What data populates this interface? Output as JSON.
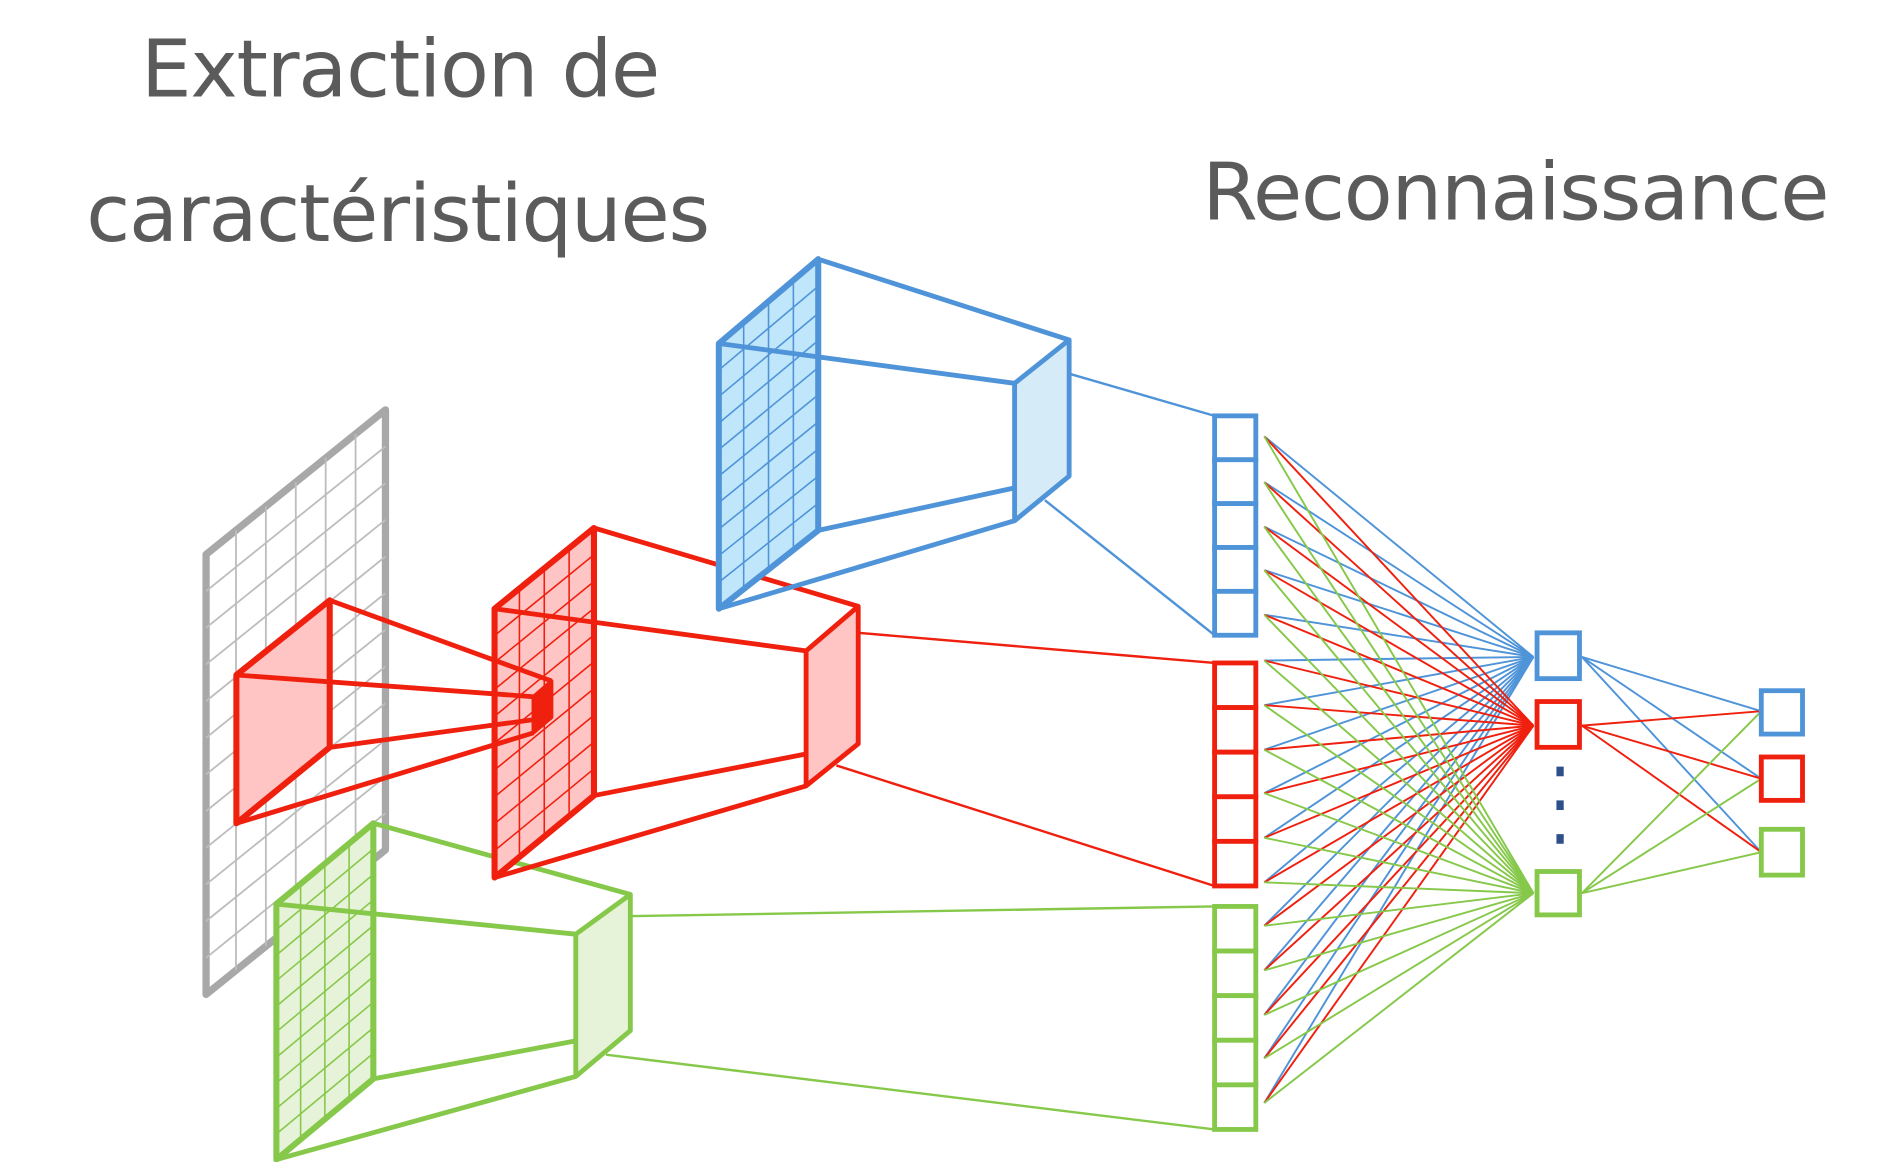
{
  "titles": {
    "feature_extraction_line1": "Extraction de",
    "feature_extraction_line2": "caractéristiques",
    "recognition": "Reconnaissance"
  },
  "colors": {
    "blue": "#4f94d8",
    "red": "#f0200f",
    "green": "#86c84a",
    "gray": "#a8a8a8",
    "text": "#5b5b5b"
  }
}
